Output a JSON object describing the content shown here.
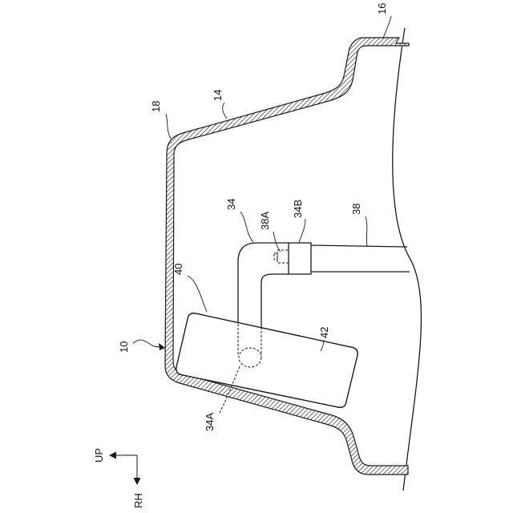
{
  "labels": {
    "ref_10": "10",
    "ref_14": "14",
    "ref_16": "16",
    "ref_18": "18",
    "ref_34": "34",
    "ref_34a": "34A",
    "ref_34b": "34B",
    "ref_38": "38",
    "ref_38a": "38A",
    "ref_40": "40",
    "ref_42": "42",
    "dir_up": "UP",
    "dir_rh": "RH"
  },
  "colors": {
    "line": "#1a1a1a",
    "background": "#ffffff"
  }
}
